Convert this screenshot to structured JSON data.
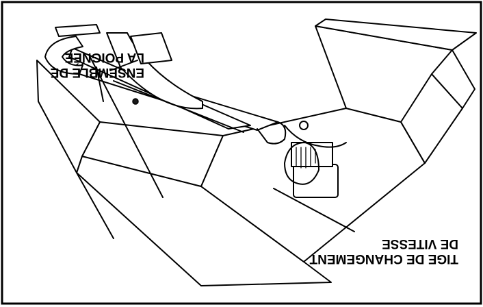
{
  "labels": {
    "handle_assembly_line1": "ENSEMBLE DE",
    "handle_assembly_line2": "LA POIGNÉE",
    "shift_rod_line1": "TIGE DE CHANGEMENT",
    "shift_rod_line2": "DE VITESSE"
  }
}
